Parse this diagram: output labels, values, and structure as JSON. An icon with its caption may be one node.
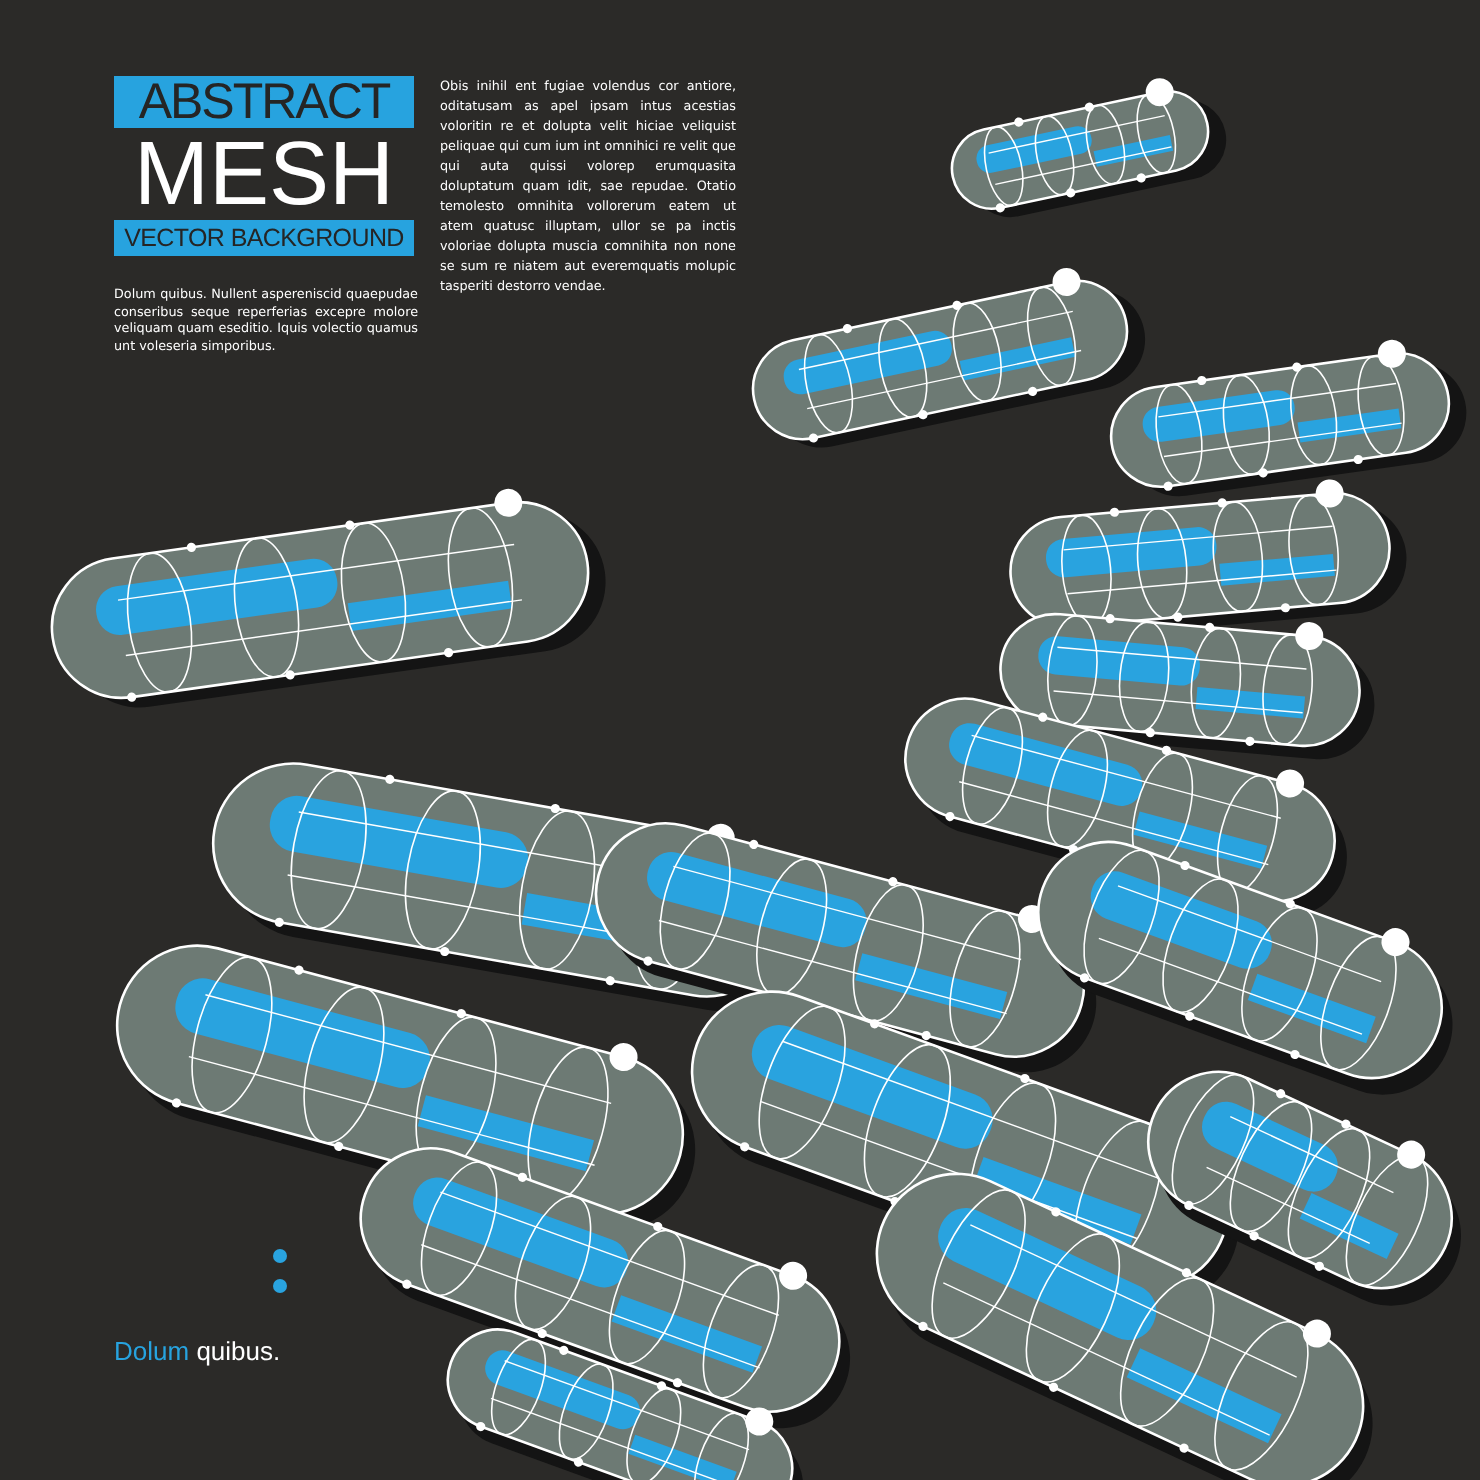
{
  "diagram": {
    "title": "ABSTRACT",
    "labels": [
      "MESH",
      "VECTOR BACKGROUND",
      "Dolum quibus. Nullent aspereniscid quaepudae conseribus seque reperferias excepre molore veliquam quam eseditio. Iquis volectio quamus unt voleseria simporibus.",
      "Obis inihil ent fugiae volendus cor antiore, oditatusam as apel ipsam intus acestias voloritin re et dolupta velit hiciae veliquist peliquae qui cum ium int omnihici re velit que qui auta quissi volorep erumquasita doluptatum quam idit, sae repudae. Otatio temolesto omnihita vollorerum eatem ut atem quatusc illuptam, ullor se pa inctis voloriae dolupta muscia comnihita non none se sum re niatem aut everemquatis molupic tasperiti destorro vendae.",
      "Dolum quibus."
    ]
  }
}
